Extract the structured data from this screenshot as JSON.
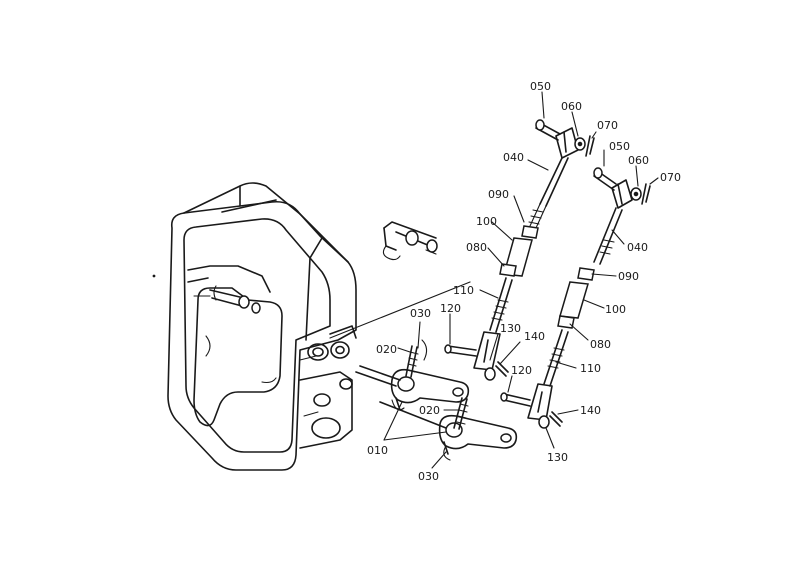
{
  "diagram": {
    "callouts": {
      "c050_a": "050",
      "c060_a": "060",
      "c070_a": "070",
      "c050_b": "050",
      "c060_b": "060",
      "c070_b": "070",
      "c040_a": "040",
      "c040_b": "040",
      "c090_a": "090",
      "c090_b": "090",
      "c100_a": "100",
      "c100_b": "100",
      "c080_a": "080",
      "c080_b": "080",
      "c110_a": "110",
      "c110_b": "110",
      "c120_a": "120",
      "c120_b": "120",
      "c130_a": "130",
      "c130_b": "130",
      "c140_a": "140",
      "c140_b": "140",
      "c030_a": "030",
      "c030_b": "030",
      "c020_a": "020",
      "c020_b": "020",
      "c010": "010"
    }
  }
}
